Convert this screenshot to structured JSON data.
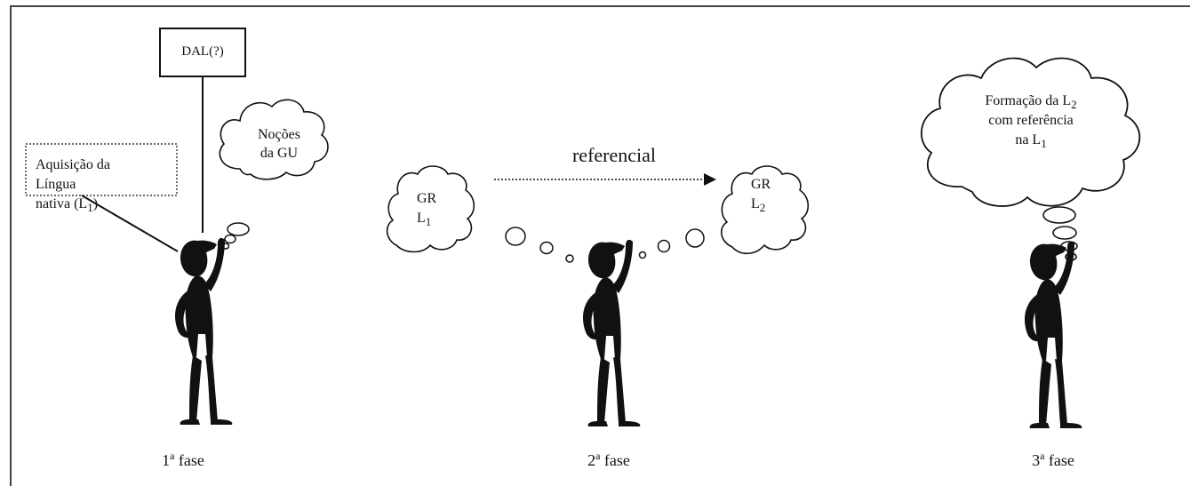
{
  "boxes": {
    "dal": "DAL(?)",
    "aquisicao": [
      "Aquisição da",
      "Língua",
      "nativa (L",
      "1",
      ")"
    ]
  },
  "clouds": {
    "nocoes": [
      "Noções",
      "da GU"
    ],
    "gr1": [
      "GR",
      "L",
      "1"
    ],
    "gr2": [
      "GR",
      "L",
      "2"
    ],
    "formacao": [
      "Formação da L",
      "2",
      "com referência",
      "na L",
      "1"
    ]
  },
  "arrow_label": "referencial",
  "phases": [
    {
      "num": "1",
      "sup": "a",
      "word": "fase"
    },
    {
      "num": "2",
      "sup": "a",
      "word": "fase"
    },
    {
      "num": "3",
      "sup": "a",
      "word": "fase"
    }
  ]
}
